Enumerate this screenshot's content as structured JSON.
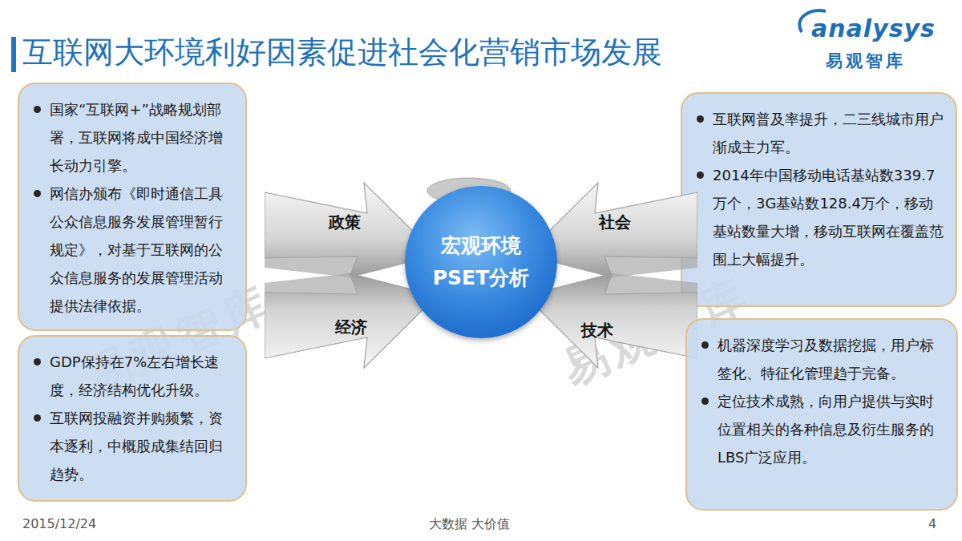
{
  "diagram": {
    "title": "互联网大环境利好因素促进社会化营销市场发展",
    "nodes": [
      {
        "text": [
          "国家“互联网+”战略规划部署，互联网将成中国经济增长动力引擎。",
          "网信办颁布《即时通信工具公众信息服务发展管理暂行规定》，对基于互联网的公众信息服务的发展管理活动提供法律依据。"
        ]
      },
      {
        "text": [
          "互联网普及率提升，二三线城市用户渐成主力军。",
          "2014年中国移动电话基站数339.7万个，3G基站数128.4万个，移动基站数量大增，移动互联网在覆盖范围上大幅提升。"
        ]
      },
      {
        "text": [
          "政策"
        ]
      },
      {
        "text": [
          "社会"
        ]
      },
      {
        "text": [
          "宏观环境 PSET分析"
        ]
      },
      {
        "text": [
          "经济"
        ]
      },
      {
        "text": [
          "技术"
        ]
      },
      {
        "text": [
          "GDP保持在7%左右增长速度，经济结构优化升级。",
          "互联网投融资并购频繁，资本逐利，中概股成集结回归趋势。"
        ]
      },
      {
        "text": [
          "机器深度学习及数据挖掘，用户标签化、特征化管理趋于完备。",
          "定位技术成熟，向用户提供与实时位置相关的各种信息及衍生服务的LBS广泛应用。"
        ]
      }
    ],
    "labels": [
      "analysys",
      "易观智库",
      "易观智库",
      "易观智库",
      "2015/12/24",
      "大数据 大价值",
      "4"
    ]
  }
}
